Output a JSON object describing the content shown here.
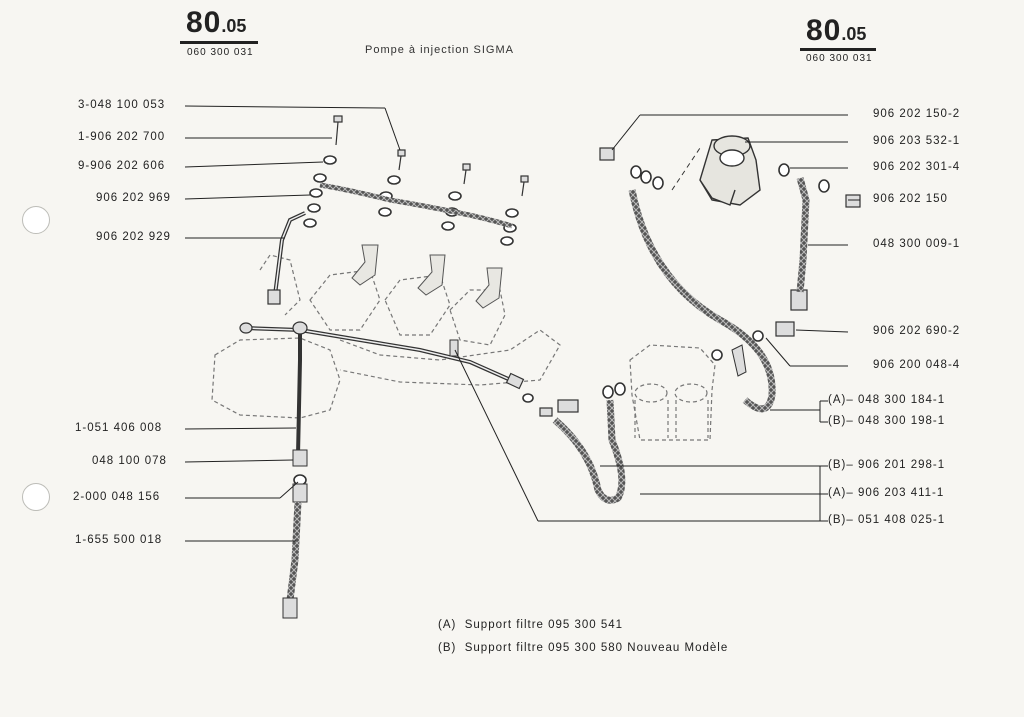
{
  "header": {
    "page_number_left": {
      "major": "80",
      "minor": ".05"
    },
    "ref_left": "060 300 031",
    "title": "Pompe à injection SIGMA",
    "page_number_right": {
      "major": "80",
      "minor": ".05"
    },
    "ref_right": "060 300 031"
  },
  "left_labels": [
    "3-048 100 053",
    "1-906 202 700",
    "9-906 202 606",
    "906 202 969",
    "906 202 929",
    "1-051 406 008",
    "048 100 078",
    "2-000 048 156",
    "1-655 500 018"
  ],
  "right_labels": [
    "906 202 150-2",
    "906 203 532-1",
    "906 202 301-4",
    "906 202 150",
    "048 300 009-1",
    "906 202 690-2",
    "906 200 048-4"
  ],
  "variant_labels": [
    {
      "tag": "(A)",
      "code": "048 300 184-1"
    },
    {
      "tag": "(B)",
      "code": "048 300 198-1"
    },
    {
      "tag": "(B)",
      "code": "906 201 298-1"
    },
    {
      "tag": "(A)",
      "code": "906 203 411-1"
    },
    {
      "tag": "(B)",
      "code": "051 408 025-1"
    }
  ],
  "notes": [
    {
      "tag": "(A)",
      "text": "Support filtre 095 300 541"
    },
    {
      "tag": "(B)",
      "text": "Support filtre 095 300 580 Nouveau Modèle"
    }
  ],
  "colors": {
    "ink": "#222222",
    "paper": "#f7f6f2"
  }
}
